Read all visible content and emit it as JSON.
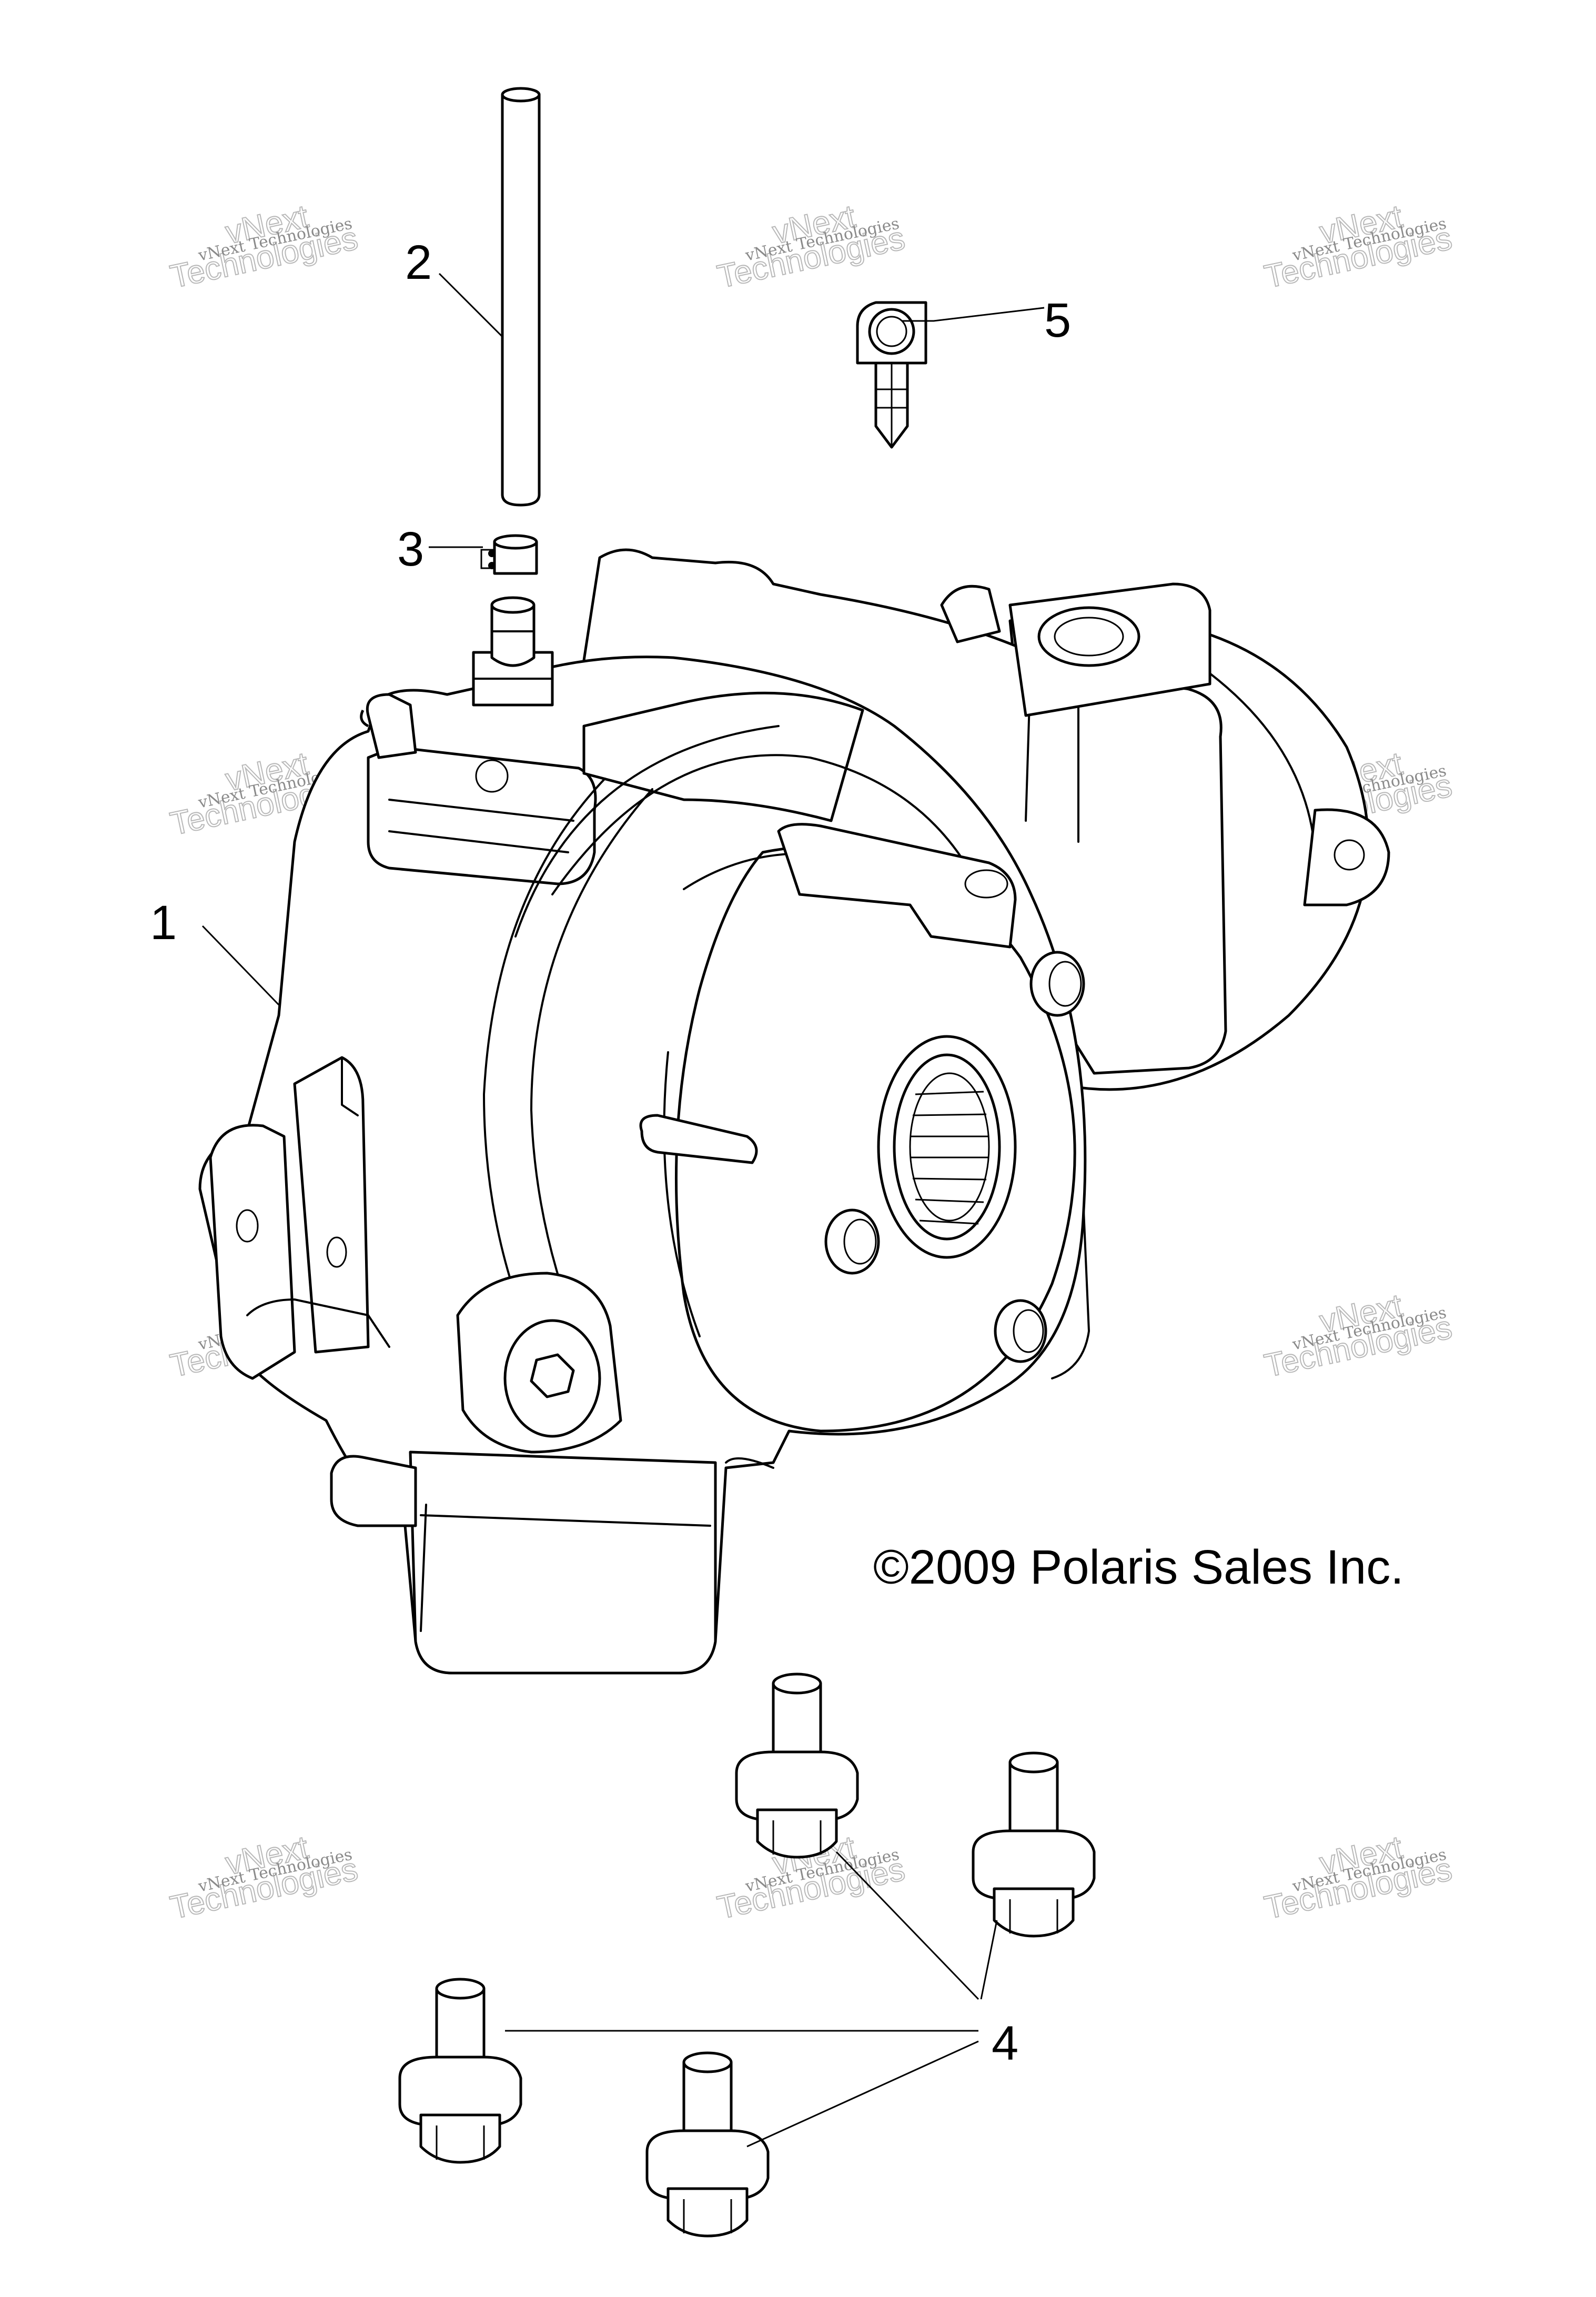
{
  "callouts": [
    {
      "number": "1",
      "part": "housing"
    },
    {
      "number": "2",
      "part": "vent-tube"
    },
    {
      "number": "3",
      "part": "hose-clamp"
    },
    {
      "number": "4",
      "part": "flange-bolts"
    },
    {
      "number": "5",
      "part": "fitting"
    }
  ],
  "copyright": "©2009 Polaris Sales Inc.",
  "watermark": {
    "line1": "vNext Technologies",
    "line2": "vNext",
    "line3": "Technologies"
  }
}
